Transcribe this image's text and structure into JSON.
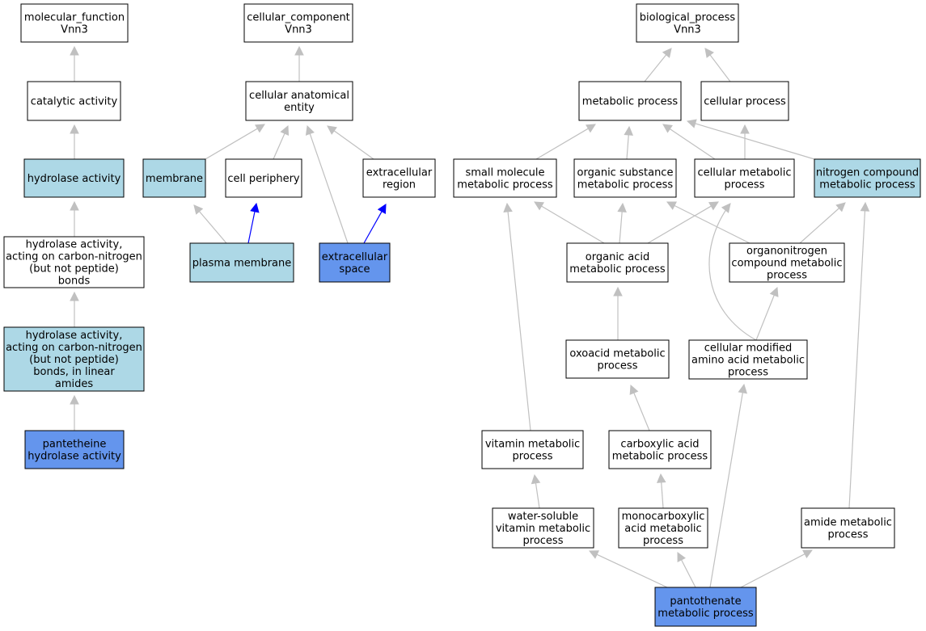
{
  "colors": {
    "default_fill": "#ffffff",
    "light_fill": "#add8e6",
    "dark_fill": "#6495ed",
    "gray_edge": "#c0c0c0",
    "blue_edge": "#0000ff"
  },
  "nodes": [
    {
      "id": "mf",
      "style": "default",
      "lines": [
        "molecular_function",
        "Vnn3"
      ]
    },
    {
      "id": "cat",
      "style": "default",
      "lines": [
        "catalytic activity"
      ]
    },
    {
      "id": "hyd",
      "style": "light",
      "lines": [
        "hydrolase activity"
      ]
    },
    {
      "id": "hcn",
      "style": "default",
      "lines": [
        "hydrolase activity,",
        "acting on carbon-nitrogen",
        "(but not peptide)",
        "bonds"
      ]
    },
    {
      "id": "hcnl",
      "style": "light",
      "lines": [
        "hydrolase activity,",
        "acting on carbon-nitrogen",
        "(but not peptide)",
        "bonds, in linear",
        "amides"
      ]
    },
    {
      "id": "pant",
      "style": "dark",
      "lines": [
        "pantetheine",
        "hydrolase activity"
      ]
    },
    {
      "id": "cc",
      "style": "default",
      "lines": [
        "cellular_component",
        "Vnn3"
      ]
    },
    {
      "id": "cae",
      "style": "default",
      "lines": [
        "cellular anatomical",
        "entity"
      ]
    },
    {
      "id": "mem",
      "style": "light",
      "lines": [
        "membrane"
      ]
    },
    {
      "id": "cp",
      "style": "default",
      "lines": [
        "cell periphery"
      ]
    },
    {
      "id": "er",
      "style": "default",
      "lines": [
        "extracellular",
        "region"
      ]
    },
    {
      "id": "pm",
      "style": "light",
      "lines": [
        "plasma membrane"
      ]
    },
    {
      "id": "es",
      "style": "dark",
      "lines": [
        "extracellular",
        "space"
      ]
    },
    {
      "id": "bp",
      "style": "default",
      "lines": [
        "biological_process",
        "Vnn3"
      ]
    },
    {
      "id": "met",
      "style": "default",
      "lines": [
        "metabolic process"
      ]
    },
    {
      "id": "cel",
      "style": "default",
      "lines": [
        "cellular process"
      ]
    },
    {
      "id": "smm",
      "style": "default",
      "lines": [
        "small molecule",
        "metabolic process"
      ]
    },
    {
      "id": "osm",
      "style": "default",
      "lines": [
        "organic substance",
        "metabolic process"
      ]
    },
    {
      "id": "cmp",
      "style": "default",
      "lines": [
        "cellular metabolic",
        "process"
      ]
    },
    {
      "id": "ncm",
      "style": "light",
      "lines": [
        "nitrogen compound",
        "metabolic process"
      ]
    },
    {
      "id": "oam",
      "style": "default",
      "lines": [
        "organic acid",
        "metabolic process"
      ]
    },
    {
      "id": "onc",
      "style": "default",
      "lines": [
        "organonitrogen",
        "compound metabolic",
        "process"
      ]
    },
    {
      "id": "oxo",
      "style": "default",
      "lines": [
        "oxoacid metabolic",
        "process"
      ]
    },
    {
      "id": "cma",
      "style": "default",
      "lines": [
        "cellular modified",
        "amino acid metabolic",
        "process"
      ]
    },
    {
      "id": "vit",
      "style": "default",
      "lines": [
        "vitamin metabolic",
        "process"
      ]
    },
    {
      "id": "car",
      "style": "default",
      "lines": [
        "carboxylic acid",
        "metabolic process"
      ]
    },
    {
      "id": "wsv",
      "style": "default",
      "lines": [
        "water-soluble",
        "vitamin metabolic",
        "process"
      ]
    },
    {
      "id": "mca",
      "style": "default",
      "lines": [
        "monocarboxylic",
        "acid metabolic",
        "process"
      ]
    },
    {
      "id": "amd",
      "style": "default",
      "lines": [
        "amide metabolic",
        "process"
      ]
    },
    {
      "id": "ptm",
      "style": "dark",
      "lines": [
        "pantothenate",
        "metabolic process"
      ]
    }
  ],
  "edges": [
    {
      "from": "cat",
      "to": "mf",
      "color": "gray"
    },
    {
      "from": "hyd",
      "to": "cat",
      "color": "gray"
    },
    {
      "from": "hcn",
      "to": "hyd",
      "color": "gray"
    },
    {
      "from": "hcnl",
      "to": "hcn",
      "color": "gray"
    },
    {
      "from": "pant",
      "to": "hcnl",
      "color": "gray"
    },
    {
      "from": "cae",
      "to": "cc",
      "color": "gray"
    },
    {
      "from": "mem",
      "to": "cae",
      "color": "gray"
    },
    {
      "from": "cp",
      "to": "cae",
      "color": "gray"
    },
    {
      "from": "er",
      "to": "cae",
      "color": "gray"
    },
    {
      "from": "es",
      "to": "cae",
      "color": "gray"
    },
    {
      "from": "pm",
      "to": "mem",
      "color": "gray"
    },
    {
      "from": "pm",
      "to": "cp",
      "color": "blue"
    },
    {
      "from": "es",
      "to": "er",
      "color": "blue"
    },
    {
      "from": "met",
      "to": "bp",
      "color": "gray"
    },
    {
      "from": "cel",
      "to": "bp",
      "color": "gray"
    },
    {
      "from": "smm",
      "to": "met",
      "color": "gray"
    },
    {
      "from": "osm",
      "to": "met",
      "color": "gray"
    },
    {
      "from": "cmp",
      "to": "met",
      "color": "gray"
    },
    {
      "from": "ncm",
      "to": "met",
      "color": "gray"
    },
    {
      "from": "cmp",
      "to": "cel",
      "color": "gray"
    },
    {
      "from": "oam",
      "to": "smm",
      "color": "gray"
    },
    {
      "from": "oam",
      "to": "osm",
      "color": "gray"
    },
    {
      "from": "oam",
      "to": "cmp",
      "color": "gray"
    },
    {
      "from": "onc",
      "to": "osm",
      "color": "gray"
    },
    {
      "from": "onc",
      "to": "ncm",
      "color": "gray"
    },
    {
      "from": "oxo",
      "to": "oam",
      "color": "gray"
    },
    {
      "from": "cma",
      "to": "onc",
      "color": "gray"
    },
    {
      "from": "cma",
      "to": "cmp",
      "color": "gray",
      "curve": true
    },
    {
      "from": "car",
      "to": "oxo",
      "color": "gray"
    },
    {
      "from": "vit",
      "to": "smm",
      "color": "gray"
    },
    {
      "from": "wsv",
      "to": "vit",
      "color": "gray"
    },
    {
      "from": "mca",
      "to": "car",
      "color": "gray"
    },
    {
      "from": "amd",
      "to": "ncm",
      "color": "gray"
    },
    {
      "from": "ptm",
      "to": "wsv",
      "color": "gray"
    },
    {
      "from": "ptm",
      "to": "mca",
      "color": "gray"
    },
    {
      "from": "ptm",
      "to": "cma",
      "color": "gray"
    },
    {
      "from": "ptm",
      "to": "amd",
      "color": "gray"
    }
  ]
}
